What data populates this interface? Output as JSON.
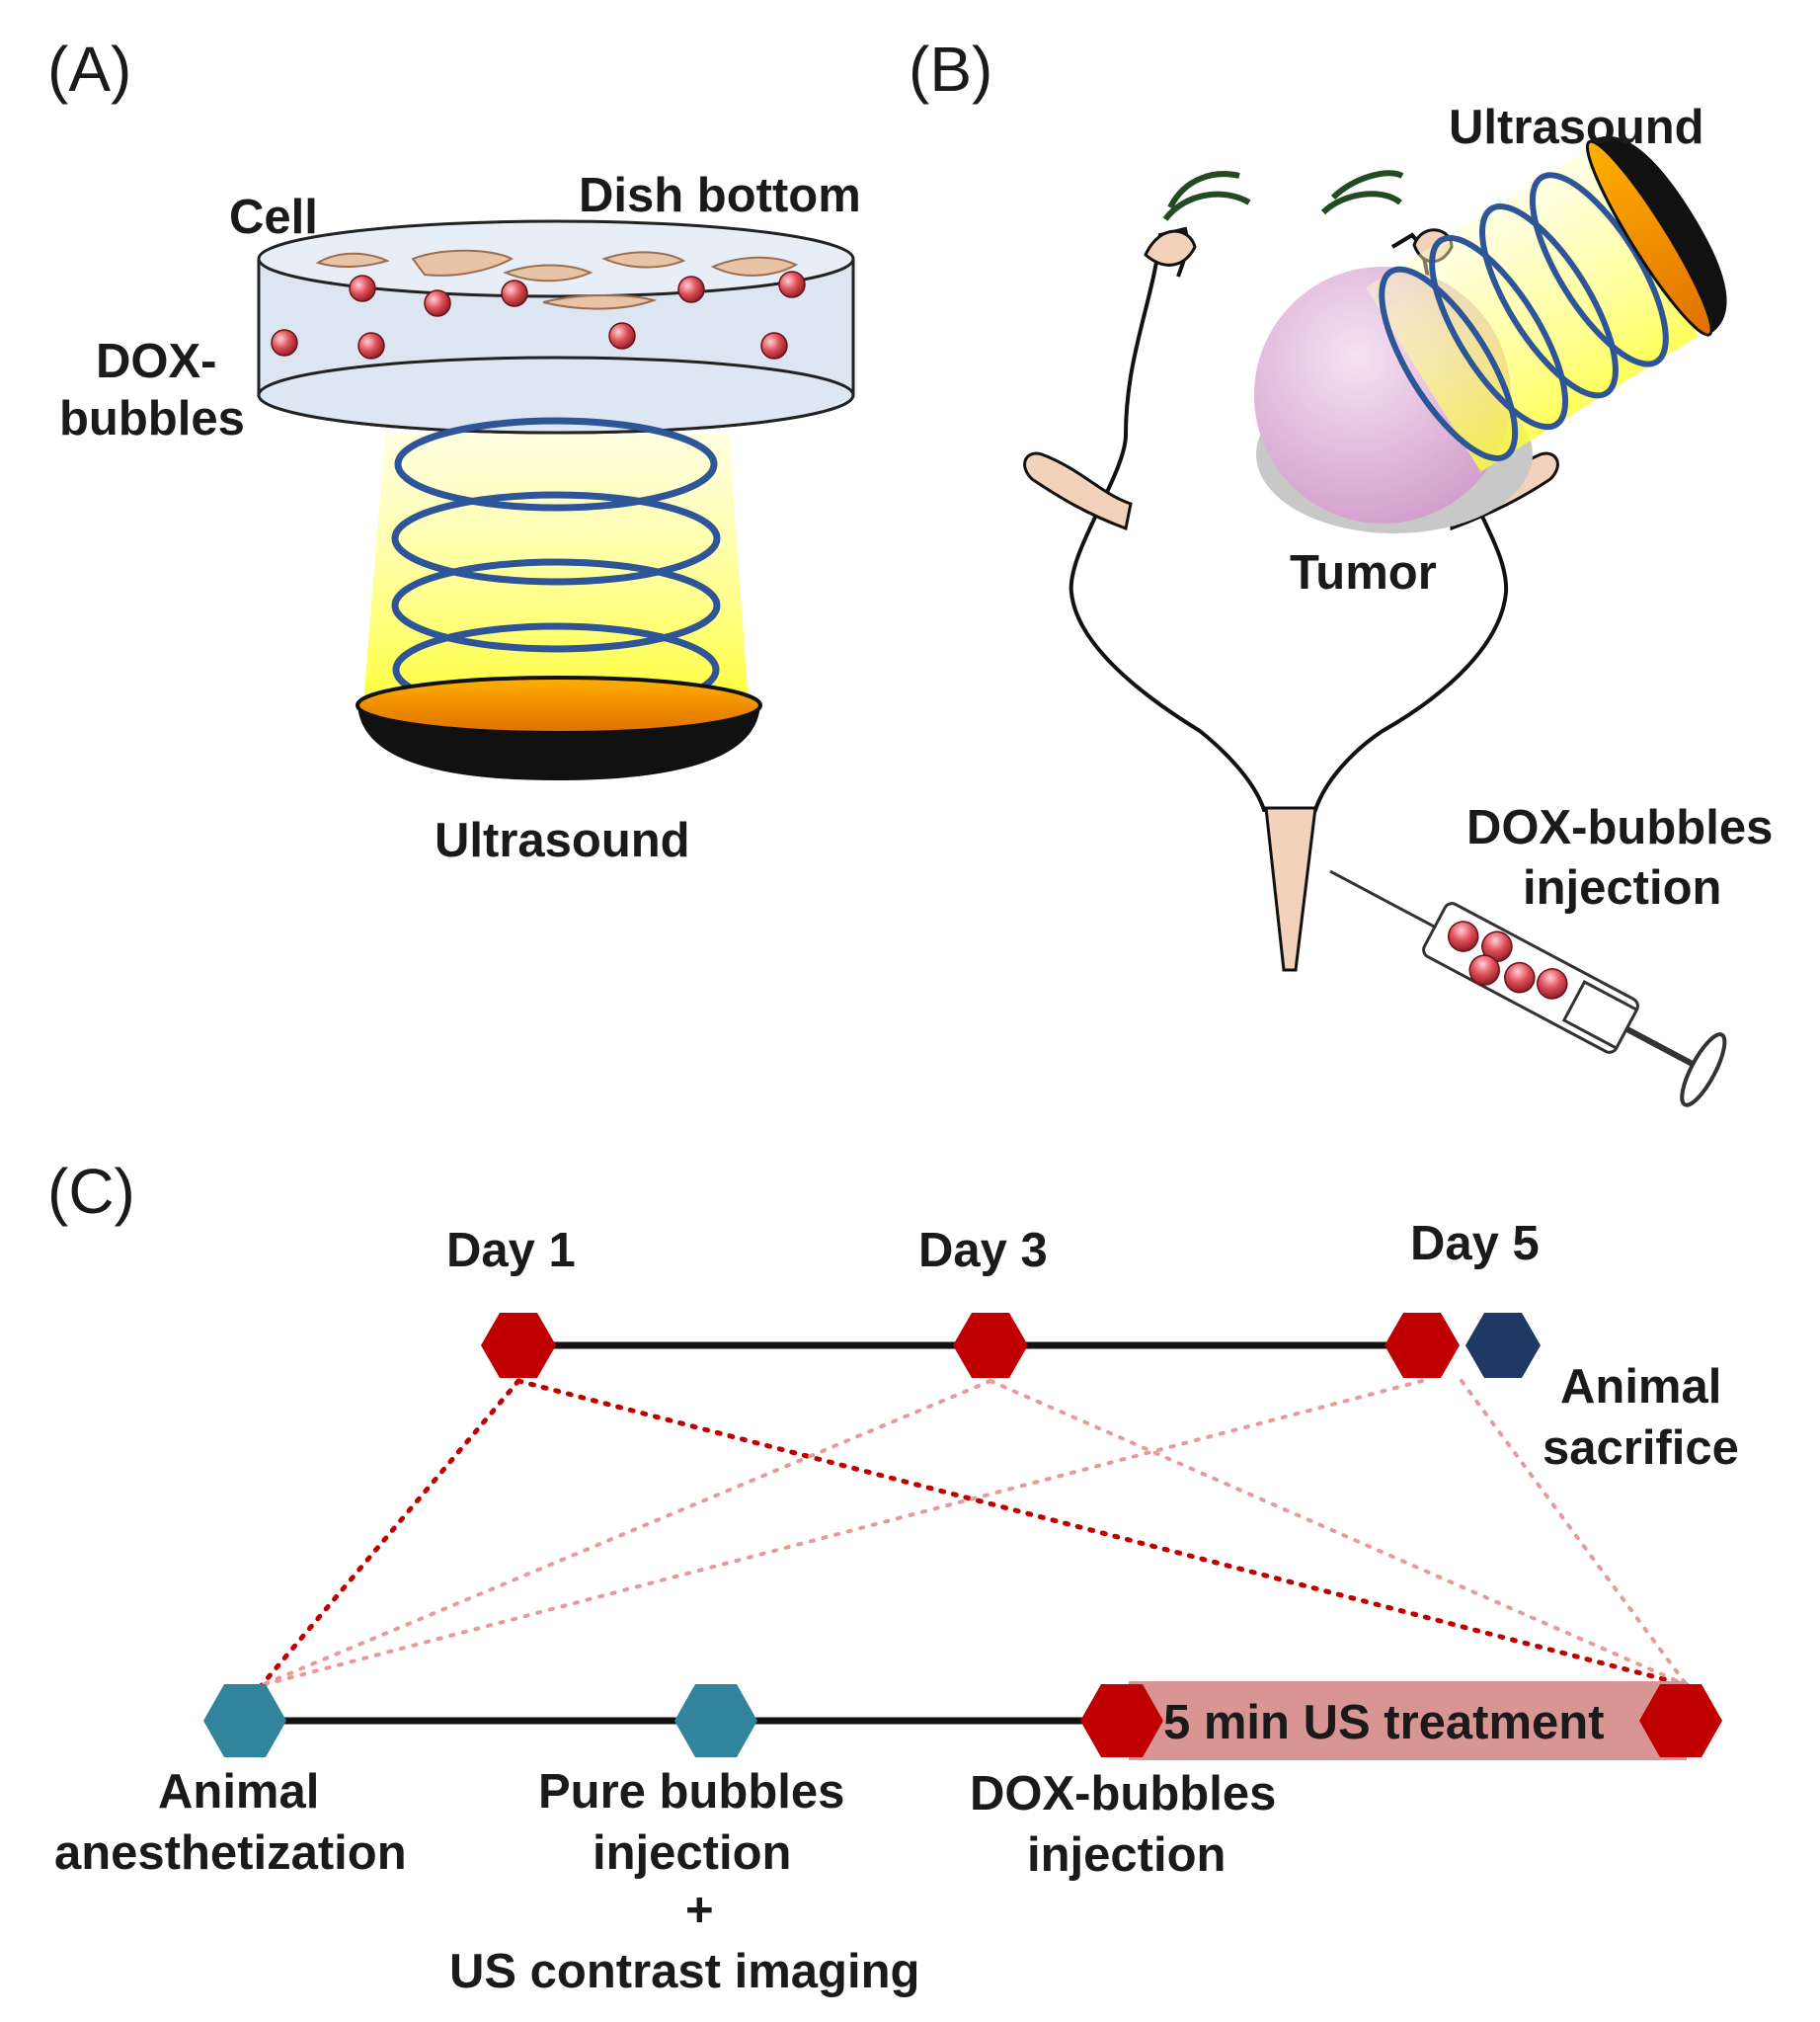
{
  "panels": {
    "a": {
      "letter": "(A)",
      "cell_label": "Cell",
      "dish_bottom_label": "Dish bottom",
      "dox_bubbles_label": [
        "DOX-",
        "bubbles"
      ],
      "ultrasound_label": "Ultrasound"
    },
    "b": {
      "letter": "(B)",
      "ultrasound_label": "Ultrasound",
      "tumor_label": "Tumor",
      "injection_label": [
        "DOX-bubbles",
        "injection"
      ]
    },
    "c": {
      "letter": "(C)",
      "days": [
        "Day 1",
        "Day 3",
        "Day 5"
      ],
      "sacrifice_label": [
        "Animal",
        "sacrifice"
      ],
      "steps": {
        "anesthetization": [
          "Animal",
          "anesthetization"
        ],
        "pure_bubbles": [
          "Pure bubbles",
          "injection",
          "+",
          "US contrast imaging"
        ],
        "dox_injection": [
          "DOX-bubbles",
          "injection"
        ],
        "treatment": "5 min US treatment"
      }
    }
  },
  "colors": {
    "day_marker": "#c00000",
    "sacrifice_marker": "#1f3864",
    "procedure_marker": "#31849b",
    "treatment_band": "#d99594",
    "beam": "#ffff66",
    "ring": "#2e5597",
    "dish": "#dce6f2",
    "bubble": "#e0505a",
    "tumor": "#e4b2dd"
  }
}
